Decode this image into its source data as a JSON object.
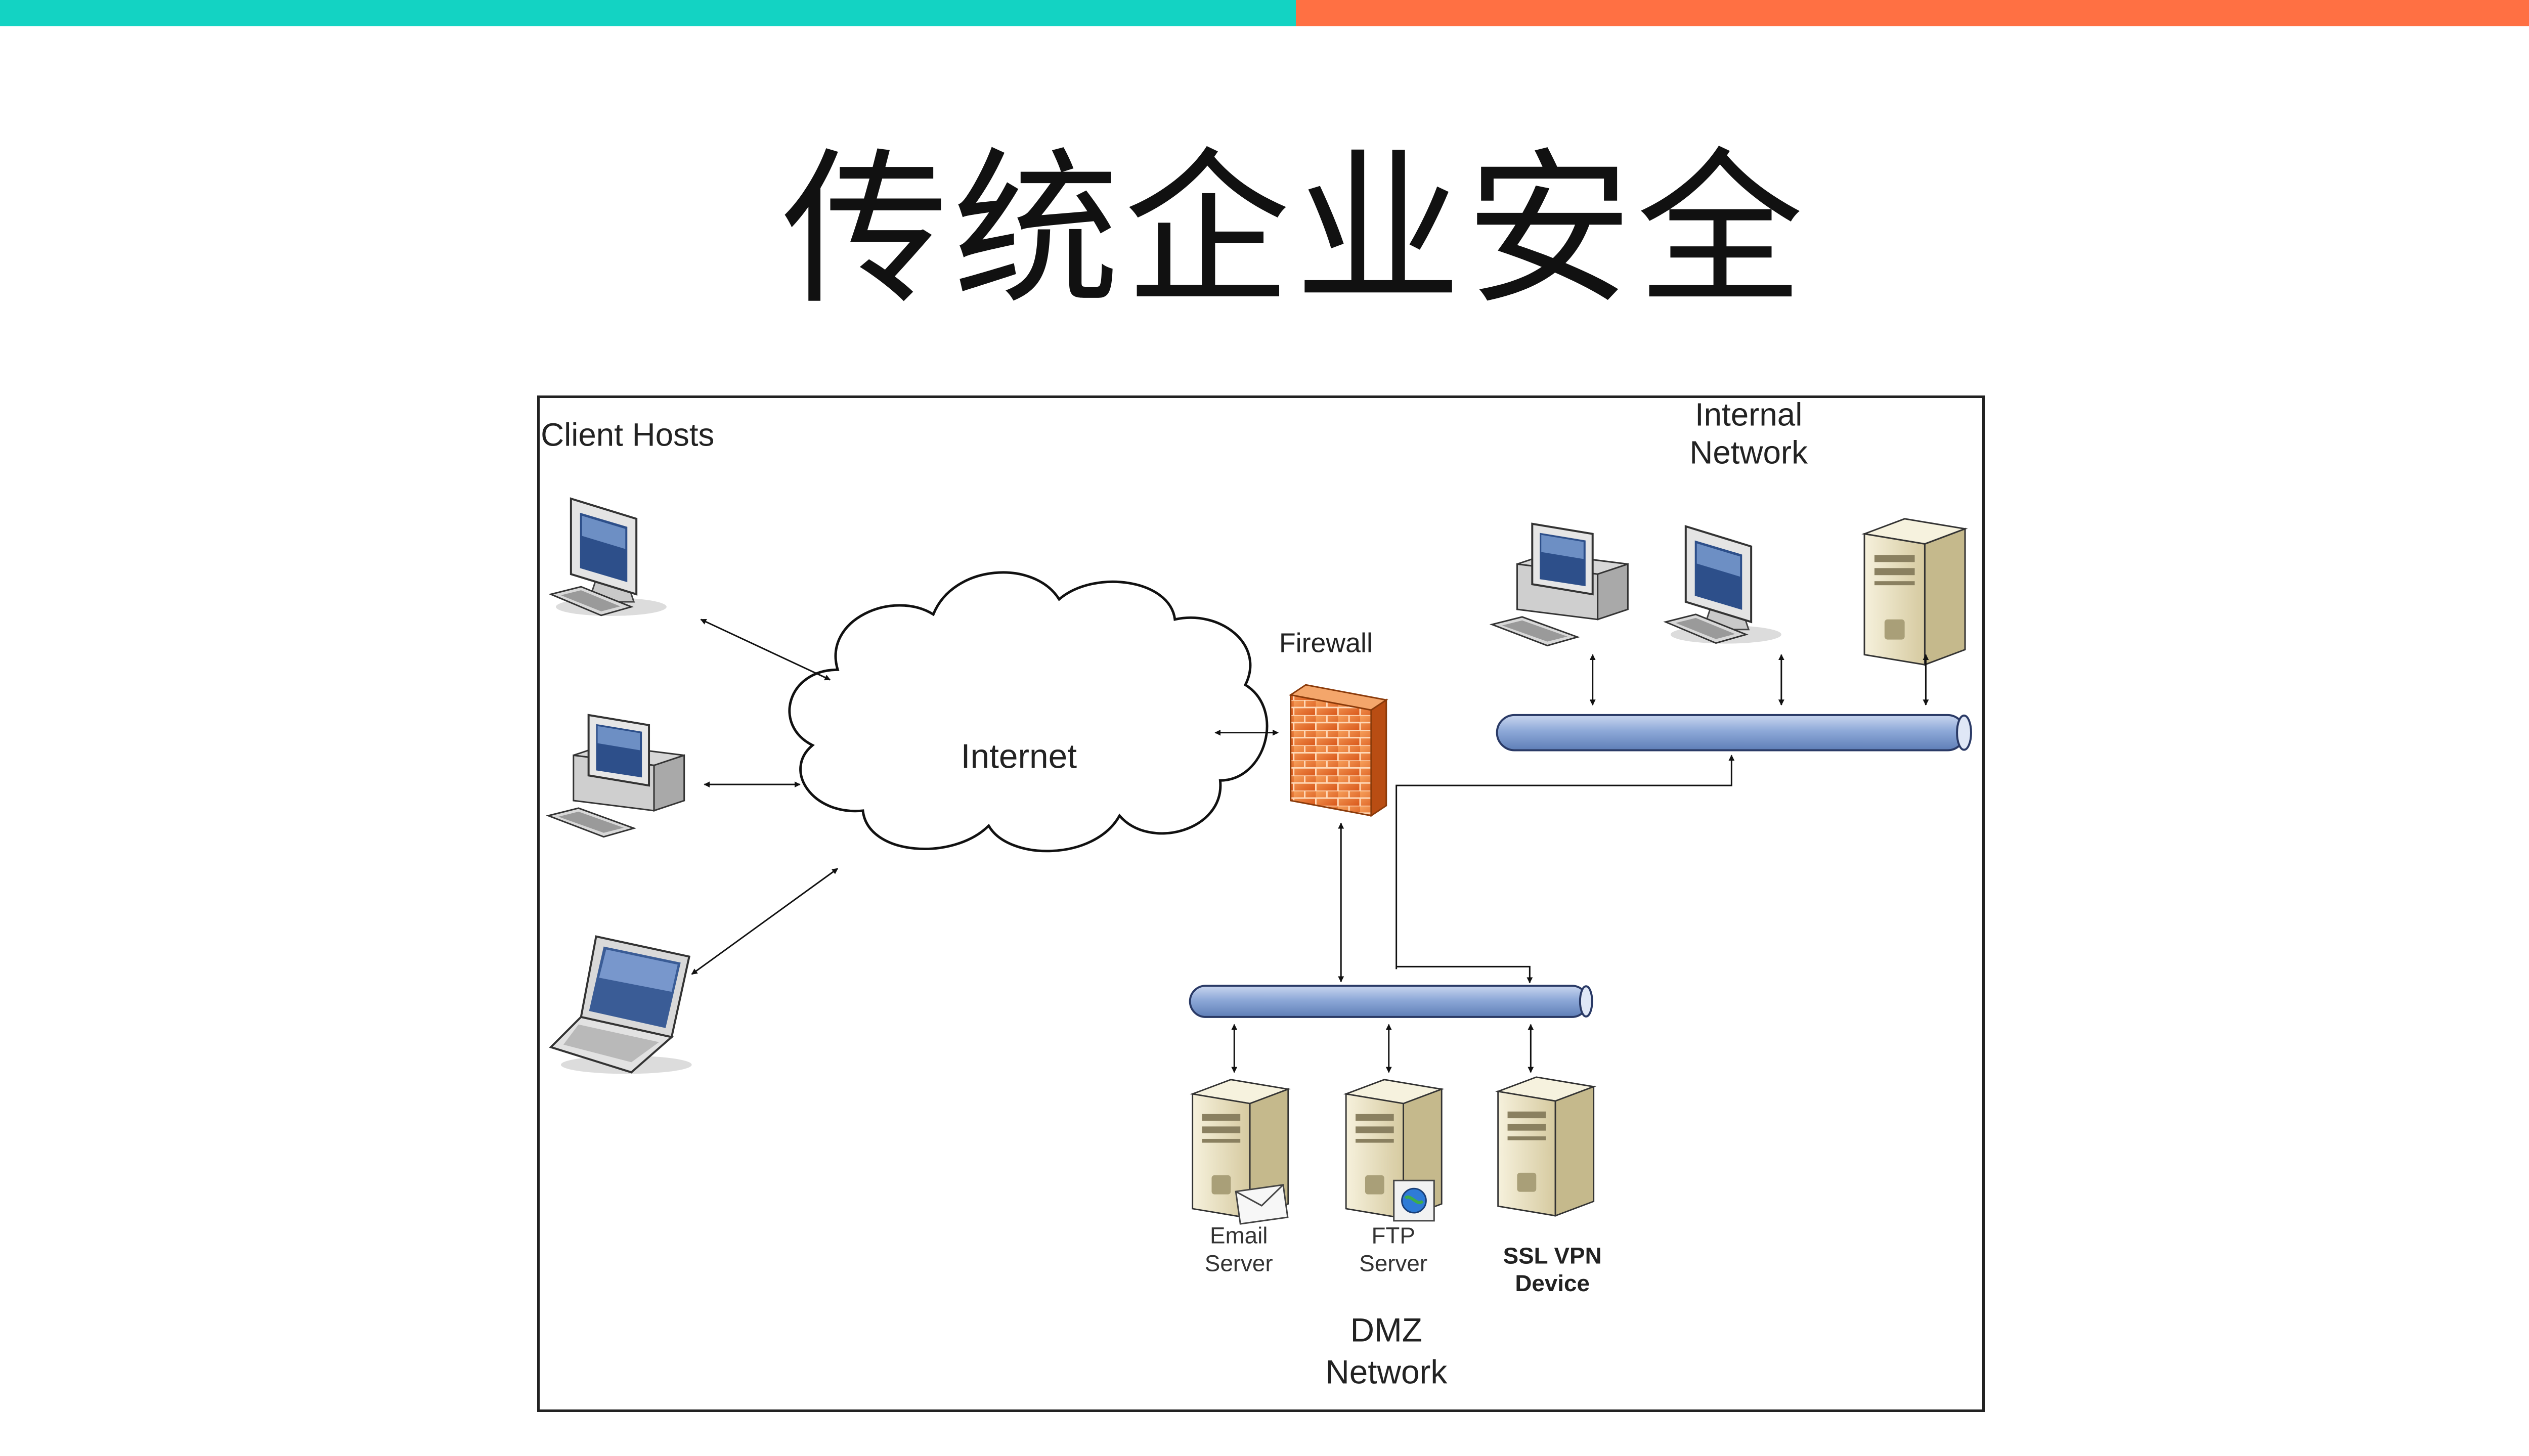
{
  "slide": {
    "title": "传统企业安全"
  },
  "diagram": {
    "labels": {
      "client_hosts": "Client Hosts",
      "internet": "Internet",
      "firewall": "Firewall",
      "internal_network_line1": "Internal",
      "internal_network_line2": "Network",
      "email_server_line1": "Email",
      "email_server_line2": "Server",
      "ftp_server_line1": "FTP",
      "ftp_server_line2": "Server",
      "ssl_vpn_line1": "SSL VPN",
      "ssl_vpn_line2": "Device",
      "dmz_line1": "DMZ",
      "dmz_line2": "Network"
    }
  },
  "colors": {
    "accent_left": "#13d3c3",
    "accent_right": "#ff7043",
    "bus_fill": "#8ea9d8",
    "firewall_orange": "#f07a2a",
    "server_beige": "#e7dfbe"
  },
  "icons": [
    "desktop-monitor-icon",
    "desktop-tower-icon",
    "laptop-icon",
    "cloud-icon",
    "firewall-brick-icon",
    "server-tower-icon",
    "email-envelope-icon",
    "ftp-globe-icon",
    "network-bus-icon"
  ]
}
